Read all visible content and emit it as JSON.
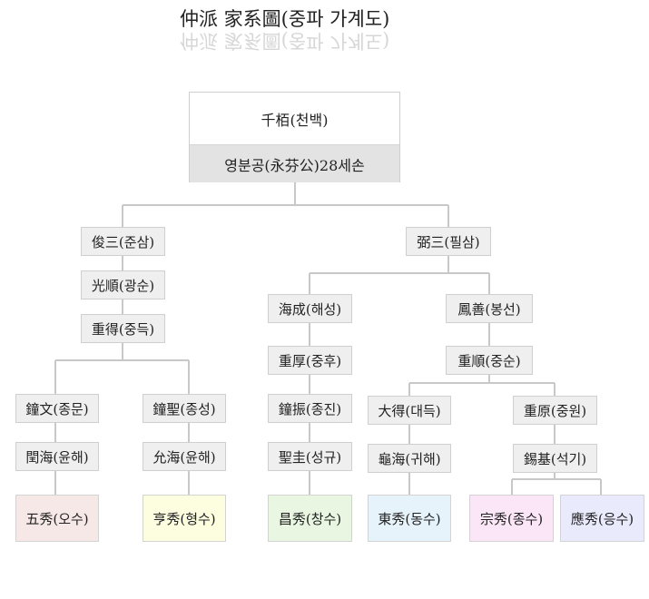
{
  "title": "仲派 家系圖(중파 가계도)",
  "root": {
    "name": "千栢(천백)",
    "subtitle": "영분공(永芬公)28세손"
  },
  "nodes": {
    "jun_sam": "俊三(준삼)",
    "pil_sam": "弼三(필삼)",
    "gwang_sun": "光順(광순)",
    "jung_deuk": "重得(중득)",
    "jong_mun": "鐘文(종문)",
    "jong_seong": "鐘聖(종성)",
    "yun_hae_1": "閏海(윤해)",
    "yun_hae_2": "允海(윤해)",
    "o_su": "五秀(오수)",
    "hyeong_su": "亨秀(형수)",
    "hae_seong": "海成(해성)",
    "jung_hu": "重厚(중후)",
    "jong_jin": "鐘振(종진)",
    "seong_gyu": "聖圭(성규)",
    "chang_su": "昌秀(창수)",
    "bong_seon": "鳳善(봉선)",
    "jung_sun": "重順(중순)",
    "dae_deuk": "大得(대득)",
    "gwi_hae": "龜海(귀해)",
    "dong_su": "東秀(동수)",
    "jung_won": "重原(중원)",
    "seok_gi": "錫基(석기)",
    "jong_su": "宗秀(종수)",
    "eung_su": "應秀(응수)"
  },
  "colors": {
    "o_su": "#f6e8e6",
    "hyeong_su": "#fdfde0",
    "chang_su": "#e9f7e2",
    "dong_su": "#e6f3fb",
    "jong_su": "#fbe6f8",
    "eung_su": "#e9eafb",
    "box": "#efefef",
    "line": "#c8c8c8"
  }
}
